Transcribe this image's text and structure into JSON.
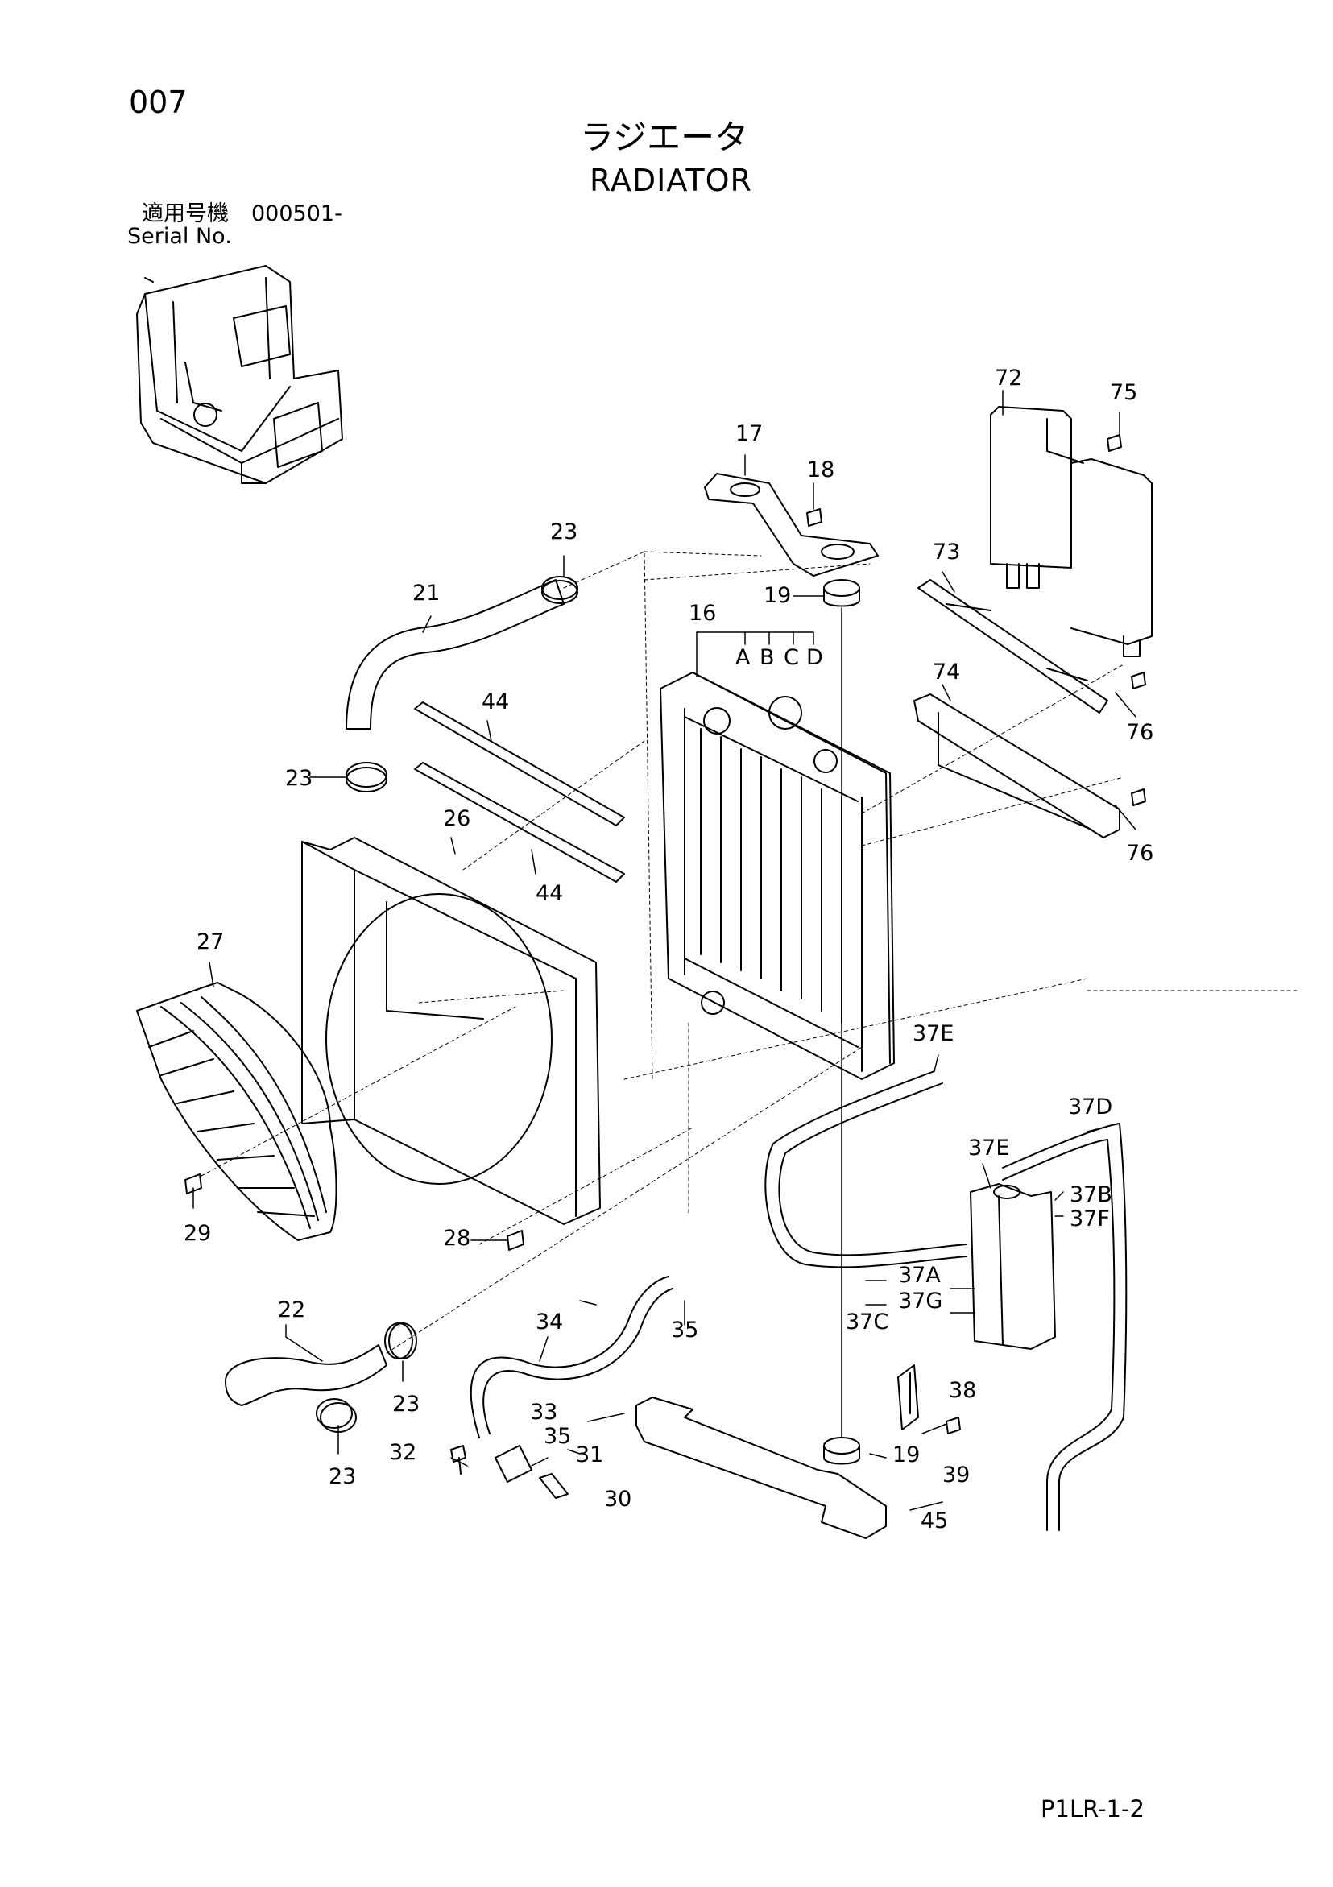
{
  "page_number": "007",
  "title_jp": "ラジエータ",
  "title_en": "RADIATOR",
  "serial": {
    "label_jp": "適用号機",
    "range": "000501-",
    "label_en": "Serial No."
  },
  "reference_code": "P1LR-1-2",
  "parts": {
    "p16": "16",
    "p16A": "A",
    "p16B": "B",
    "p16C": "C",
    "p16D": "D",
    "p17": "17",
    "p18": "18",
    "p19a": "19",
    "p19b": "19",
    "p21": "21",
    "p22": "22",
    "p23a": "23",
    "p23b": "23",
    "p23c": "23",
    "p23d": "23",
    "p26": "26",
    "p27": "27",
    "p28": "28",
    "p29": "29",
    "p30": "30",
    "p31": "31",
    "p32": "32",
    "p33": "33",
    "p34": "34",
    "p35a": "35",
    "p35b": "35",
    "p37A": "37A",
    "p37B": "37B",
    "p37C": "37C",
    "p37D": "37D",
    "p37Ea": "37E",
    "p37Eb": "37E",
    "p37F": "37F",
    "p37G": "37G",
    "p38": "38",
    "p39": "39",
    "p44a": "44",
    "p44b": "44",
    "p45": "45",
    "p72": "72",
    "p73": "73",
    "p74": "74",
    "p75": "75",
    "p76a": "76",
    "p76b": "76"
  }
}
